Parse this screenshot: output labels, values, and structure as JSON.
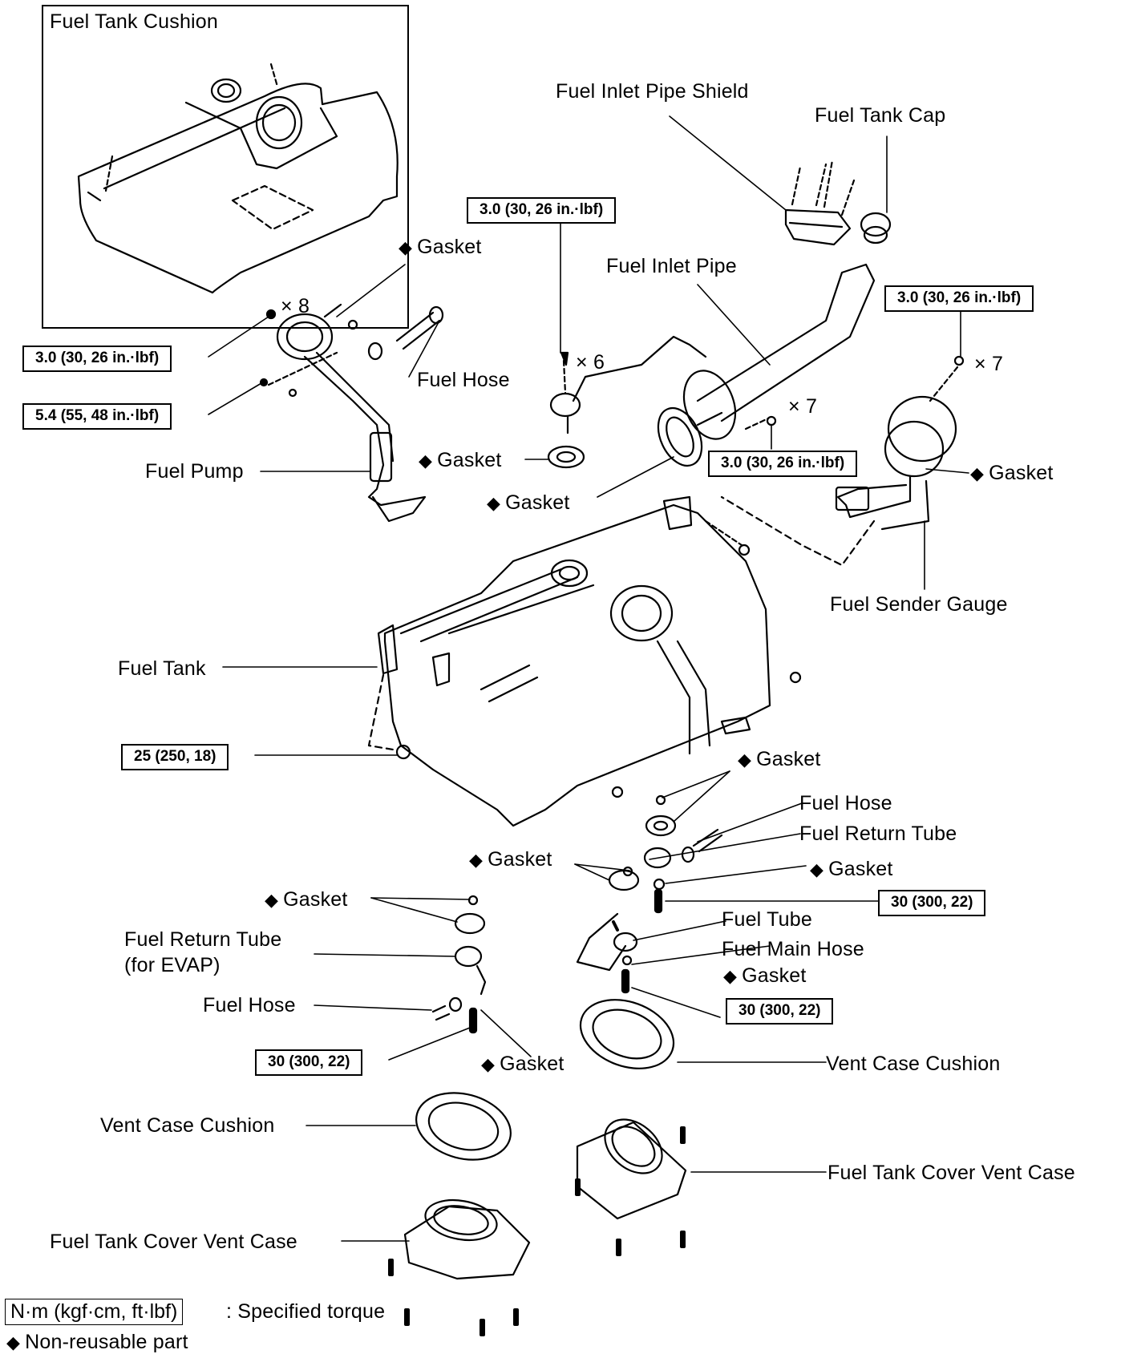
{
  "title": "Fuel Tank Components (Exploded View)",
  "inset": {
    "label": "Fuel Tank Cushion"
  },
  "labels": {
    "fuel_inlet_pipe_shield": "Fuel Inlet Pipe Shield",
    "fuel_tank_cap": "Fuel Tank Cap",
    "fuel_inlet_pipe": "Fuel Inlet Pipe",
    "fuel_hose_top": "Fuel Hose",
    "fuel_pump": "Fuel Pump",
    "fuel_sender_gauge": "Fuel Sender Gauge",
    "fuel_tank": "Fuel Tank",
    "fuel_hose_right": "Fuel Hose",
    "fuel_return_tube": "Fuel Return Tube",
    "fuel_tube": "Fuel Tube",
    "fuel_main_hose": "Fuel Main Hose",
    "fuel_return_tube_evap_line1": "Fuel Return Tube",
    "fuel_return_tube_evap_line2": "(for EVAP)",
    "fuel_hose_left": "Fuel Hose",
    "vent_case_cushion_right": "Vent Case Cushion",
    "vent_case_cushion_left": "Vent Case Cushion",
    "fuel_tank_cover_vent_case_right": "Fuel Tank Cover Vent Case",
    "fuel_tank_cover_vent_case_left": "Fuel Tank Cover Vent Case"
  },
  "gaskets": {
    "label": "Gasket",
    "symbol": "◆",
    "count": 10
  },
  "quantities": {
    "pump_bolts": "× 8",
    "sensor_bolts": "× 6",
    "inlet_bolts": "× 7",
    "sender_bolts": "× 7"
  },
  "torques": {
    "t1": "3.0 (30, 26 in.·lbf)",
    "t2": "3.0 (30, 26 in.·lbf)",
    "t3": "5.4 (55, 48 in.·lbf)",
    "t4": "3.0 (30, 26 in.·lbf)",
    "t5": "3.0 (30, 26 in.·lbf)",
    "t6": "25 (250, 18)",
    "t7": "30 (300, 22)",
    "t8": "30 (300, 22)",
    "t9": "30 (300, 22)"
  },
  "legend": {
    "torque_unit": "N·m (kgf·cm, ft·lbf)",
    "torque_desc": ": Specified torque",
    "nonreusable_symbol": "◆",
    "nonreusable_desc": "Non-reusable part"
  }
}
